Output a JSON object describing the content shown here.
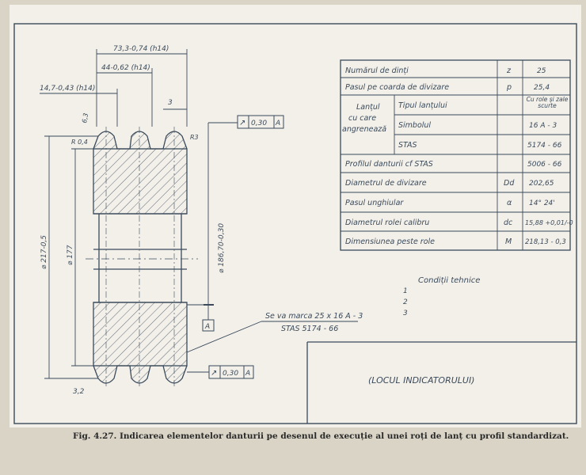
{
  "drawing": {
    "dims": {
      "overall_width": "73,3-0,74 (h14)",
      "hub_width": "44-0,62 (h14)",
      "tooth_width": "14,7-0,43 (h14)",
      "pitch": "3",
      "chamfer": "6,3",
      "chamfer_radius": "R3",
      "rounding": "R 0,4",
      "outer_diameter": "⌀ 217-0,5",
      "root_diameter": "⌀ 177",
      "bore_diameter": "⌀ 186,70-0,30",
      "bottom_chamfer": "3,2"
    },
    "tolerance_top": {
      "symbol": "↗",
      "value": "0,30",
      "datum": "A"
    },
    "tolerance_bottom": {
      "symbol": "↗",
      "value": "0,30",
      "datum": "A"
    },
    "datum_label": "A",
    "marking_line1": "Se va marca 25 x 16 A - 3",
    "marking_line2": "STAS 5174 - 66"
  },
  "spec_table": {
    "rows": [
      {
        "label": "Numărul de dinți",
        "symbol": "z",
        "value": "25"
      },
      {
        "label": "Pasul pe coarda de divizare",
        "symbol": "p",
        "value": "25,4"
      },
      {
        "label": "Tipul lanțului",
        "symbol": "",
        "value": "Cu role și zale scurte"
      },
      {
        "label": "Simbolul",
        "symbol": "",
        "value": "16 A - 3"
      },
      {
        "label": "STAS",
        "symbol": "",
        "value": "5174 - 66"
      },
      {
        "label": "Profilul danturii cf STAS",
        "symbol": "",
        "value": "5006 - 66"
      },
      {
        "label": "Diametrul de divizare",
        "symbol": "Dd",
        "value": "202,65"
      },
      {
        "label": "Pasul unghiular",
        "symbol": "α",
        "value": "14° 24'"
      },
      {
        "label": "Diametrul rolei calibru",
        "symbol": "dc",
        "value": "15,88 +0,01/-0"
      },
      {
        "label": "Dimensiunea peste role",
        "symbol": "M",
        "value": "218,13 - 0,3"
      }
    ],
    "group_label_1": "Lanțul",
    "group_label_2": "cu care",
    "group_label_3": "angrenează"
  },
  "conditions": {
    "title": "Condiții tehnice",
    "items": [
      "1",
      "2",
      "3"
    ]
  },
  "indicator_box": "(LOCUL INDICATORULUI)",
  "caption": "Fig. 4.27. Indicarea elementelor danturii pe desenul de execuție al unei roți de lanț cu profil standardizat."
}
